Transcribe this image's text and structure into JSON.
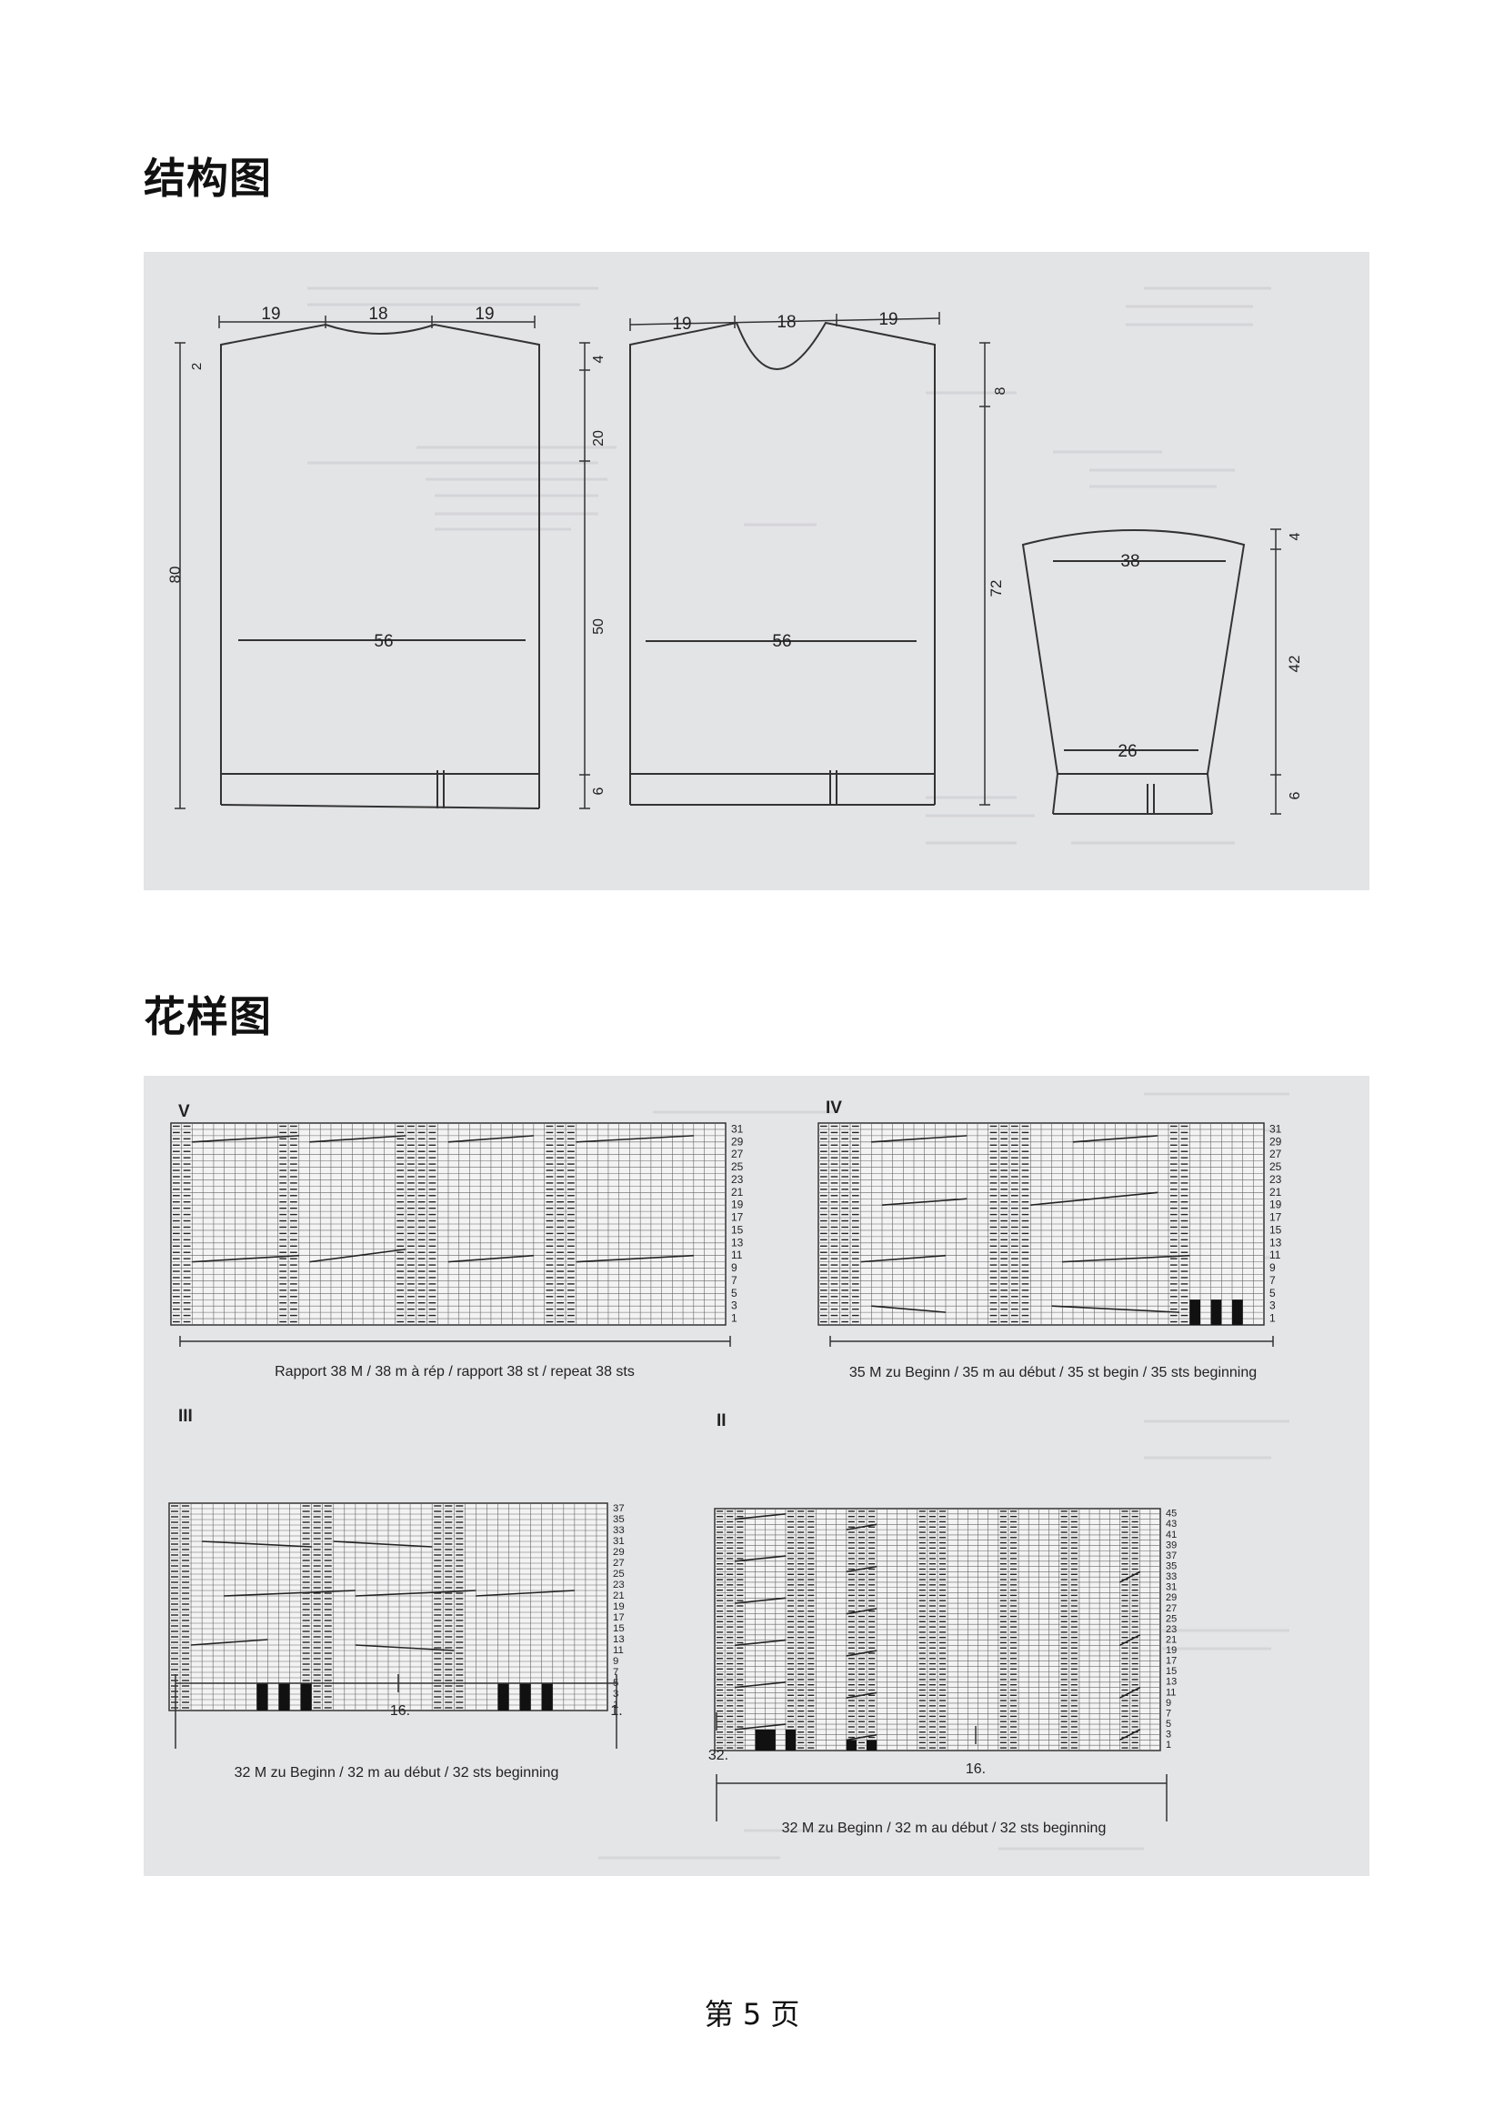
{
  "headings": {
    "schematic": "结构图",
    "charts": "花样图"
  },
  "schematic": {
    "back": {
      "top_left": "19",
      "top_mid": "18",
      "top_right": "19",
      "neck_drop": "2",
      "length": "80",
      "width": "56",
      "side_top": "4",
      "side_mid": "20",
      "side_body": "50",
      "rib": "6"
    },
    "front": {
      "top_left": "19",
      "top_mid": "18",
      "top_right": "19",
      "neck_depth": "8",
      "length": "72",
      "width": "56"
    },
    "sleeve": {
      "top_width": "38",
      "bottom_width": "26",
      "cap": "4",
      "length": "42",
      "rib": "6"
    }
  },
  "charts": {
    "V": {
      "label": "V",
      "caption": "Rapport 38 M / 38 m à rép / rapport 38 st / repeat 38 sts",
      "rows": [
        "31",
        "29",
        "27",
        "25",
        "23",
        "21",
        "19",
        "17",
        "15",
        "13",
        "11",
        "9",
        "7",
        "5",
        "3",
        "1"
      ]
    },
    "IV": {
      "label": "IV",
      "caption": "35 M zu Beginn / 35 m au début / 35 st begin / 35 sts beginning",
      "rows": [
        "31",
        "29",
        "27",
        "25",
        "23",
        "21",
        "19",
        "17",
        "15",
        "13",
        "11",
        "9",
        "7",
        "5",
        "3",
        "1"
      ]
    },
    "III": {
      "label": "III",
      "caption": "32 M zu Beginn / 32 m au début / 32 sts beginning",
      "mark_a": "16.",
      "mark_b": "1.",
      "rows": [
        "37",
        "35",
        "33",
        "31",
        "29",
        "27",
        "25",
        "23",
        "21",
        "19",
        "17",
        "15",
        "13",
        "11",
        "9",
        "7",
        "5",
        "3",
        "1"
      ]
    },
    "II": {
      "label": "II",
      "caption": "32 M zu Beginn / 32 m au début / 32 sts beginning",
      "mark_a": "32.",
      "mark_b": "16.",
      "rows": [
        "45",
        "43",
        "41",
        "39",
        "37",
        "35",
        "33",
        "31",
        "29",
        "27",
        "25",
        "23",
        "21",
        "19",
        "17",
        "15",
        "13",
        "11",
        "9",
        "7",
        "5",
        "3",
        "1"
      ]
    }
  },
  "footer": "第 5 页"
}
